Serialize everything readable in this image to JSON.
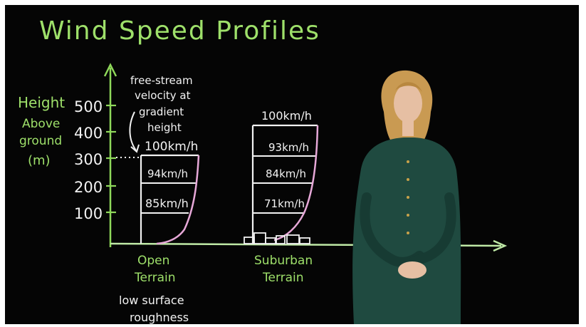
{
  "title": "Wind Speed Profiles",
  "y_axis": {
    "label_lines": [
      "Height",
      "Above",
      "ground",
      "(m)"
    ],
    "ticks": [
      "500",
      "400",
      "300",
      "200",
      "100"
    ]
  },
  "callout_lines": [
    "free-stream",
    "velocity at",
    "gradient",
    "height"
  ],
  "profiles": [
    {
      "name_lines": [
        "Open",
        "Terrain"
      ],
      "note_lines": [
        "low surface",
        "roughness"
      ],
      "speeds": [
        "100km/h",
        "94km/h",
        "85km/h"
      ]
    },
    {
      "name_lines": [
        "Suburban",
        "Terrain"
      ],
      "speeds": [
        "100km/h",
        "93km/h",
        "84km/h",
        "71km/h"
      ]
    }
  ],
  "colors": {
    "board": "#050505",
    "title_green": "#9ee06a",
    "axis_green": "#8fd95a",
    "chalk_white": "#f2f2f2",
    "profile_pink": "#e7a8d8",
    "ground_line": "#bfe9a6",
    "dress": "#1f4a40",
    "hair": "#c99a52",
    "skin": "#e6bfa3"
  }
}
